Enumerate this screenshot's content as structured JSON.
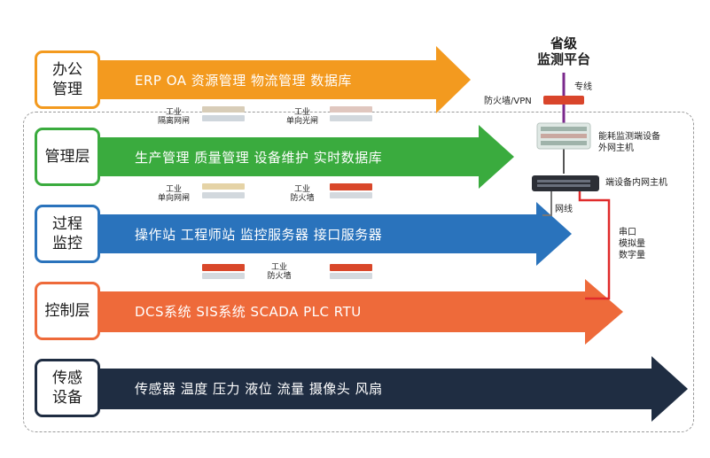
{
  "platform": {
    "label": "省级\n监测平台"
  },
  "links": {
    "dedicated_line": "专线",
    "firewall_vpn": "防火墙/VPN",
    "network_cable": "网线",
    "serial": "串口\n模拟量\n数字量"
  },
  "hosts": {
    "outer_host": "能耗监测端设备\n外网主机",
    "inner_host": "端设备内网主机"
  },
  "layers": [
    {
      "name": "办公\n管理",
      "items": "ERP  OA  资源管理  物流管理  数据库",
      "color": "#f39a1f"
    },
    {
      "name": "管理层",
      "items": "生产管理  质量管理  设备维护  实时数据库",
      "color": "#3aab3e"
    },
    {
      "name": "过程\n监控",
      "items": "操作站  工程师站  监控服务器  接口服务器",
      "color": "#2a73bc"
    },
    {
      "name": "控制层",
      "items": "DCS系统  SIS系统  SCADA  PLC  RTU",
      "color": "#ee6a3a"
    },
    {
      "name": "传感\n设备",
      "items": "传感器  温度  压力  液位  流量  摄像头  风扇",
      "color": "#1f2d42"
    }
  ],
  "devices": {
    "isolation_gate": "工业\n隔离网闸",
    "oneway_optical_gate": "工业\n单向光闸",
    "oneway_gate": "工业\n单向网闸",
    "firewall_a": "工业\n防火墙",
    "firewall_b": "工业\n防火墙"
  }
}
